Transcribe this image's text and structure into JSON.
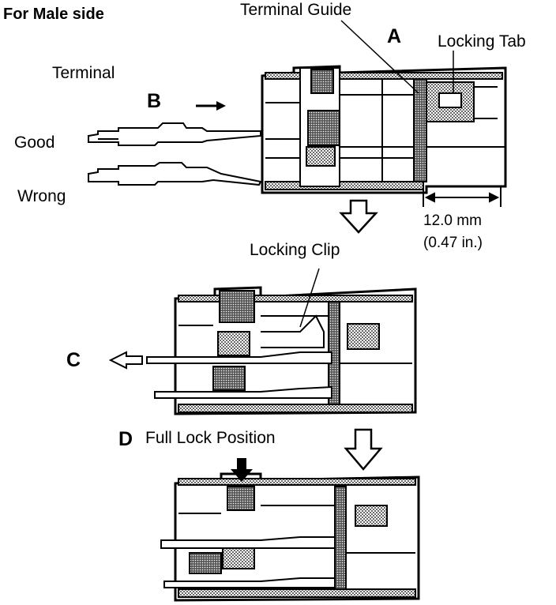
{
  "labels": {
    "side": "For Male side",
    "terminal_guide": "Terminal Guide",
    "a": "A",
    "locking_tab": "Locking Tab",
    "terminal": "Terminal",
    "b": "B",
    "good": "Good",
    "wrong": "Wrong",
    "dimension_mm": "12.0 mm",
    "dimension_in": "(0.47 in.)",
    "locking_clip": "Locking Clip",
    "c": "C",
    "d": "D",
    "full_lock": "Full Lock Position"
  },
  "colors": {
    "ink": "#000000",
    "paper": "#ffffff",
    "stipple": "#9a9a9a"
  }
}
